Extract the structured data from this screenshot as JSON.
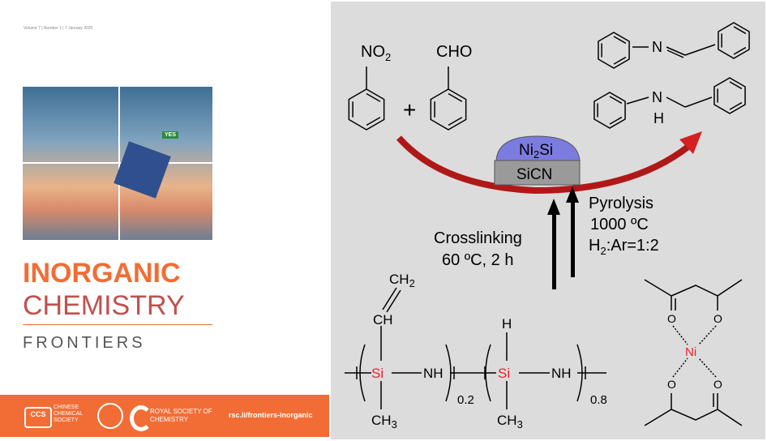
{
  "cover": {
    "issue": "Volume 7 | Number 1 | 7 January 2020",
    "title_line1": "INORGANIC",
    "title_line2": "CHEMISTRY",
    "title_line3": "FRONTIERS",
    "ccs_logo": "CCS",
    "ccs_name": "CHINESE CHEMICAL SOCIETY",
    "rsc_name": "ROYAL SOCIETY OF CHEMISTRY",
    "url": "rsc.li/frontiers-inorganic",
    "art_badge": "YES"
  },
  "scheme": {
    "no2": "NO",
    "no2_sub": "2",
    "plus": "+",
    "cho": "CHO",
    "imine_n": "N",
    "amine_n": "N",
    "amine_h": "H",
    "ni2si": "Ni",
    "ni2si_sub": "2",
    "ni2si_end": "Si",
    "sicn": "SiCN",
    "pyrolysis": "Pyrolysis",
    "temp1": "1000 ºC",
    "gas": "H",
    "gas_sub": "2",
    "gas_end": ":Ar=1:2",
    "crosslinking": "Crosslinking",
    "cond": "60 ºC, 2 h",
    "ch2": "CH",
    "ch2_sub": "2",
    "ch": "CH",
    "si1": "Si",
    "nh1": "NH",
    "x1": "0.2",
    "h": "H",
    "si2": "Si",
    "nh2": "NH",
    "x2": "0.8",
    "ch3a": "CH",
    "ch3a_sub": "3",
    "ch3b": "CH",
    "ch3b_sub": "3",
    "ni": "Ni",
    "o": "O",
    "colors": {
      "red": "#e8202a",
      "arrow": "#b01818",
      "dome": "#7c7ce0",
      "sicn": "#9a9a9a",
      "accent": "#f26d35"
    }
  }
}
